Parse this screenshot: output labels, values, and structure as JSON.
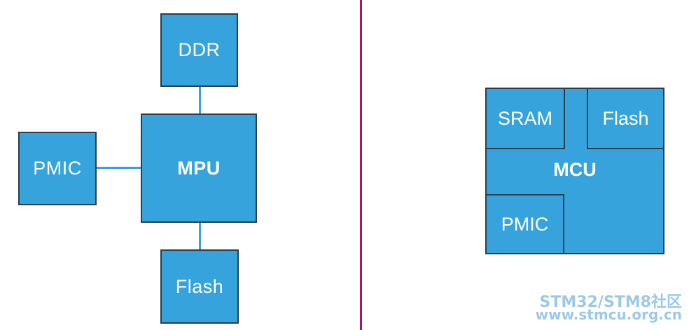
{
  "mpu_diagram": {
    "mpu_label": "MPU",
    "ddr_label": "DDR",
    "pmic_label": "PMIC",
    "flash_label": "Flash"
  },
  "mcu_diagram": {
    "mcu_label": "MCU",
    "sram_label": "SRAM",
    "flash_label": "Flash",
    "pmic_label": "PMIC"
  },
  "watermark": {
    "line1": "STM32/STM8社区",
    "line2": "www.stmcu.org.cn"
  },
  "colors": {
    "block_fill": "#37a3dc",
    "block_border": "#2b3e4c",
    "divider": "#9e1a6e"
  }
}
